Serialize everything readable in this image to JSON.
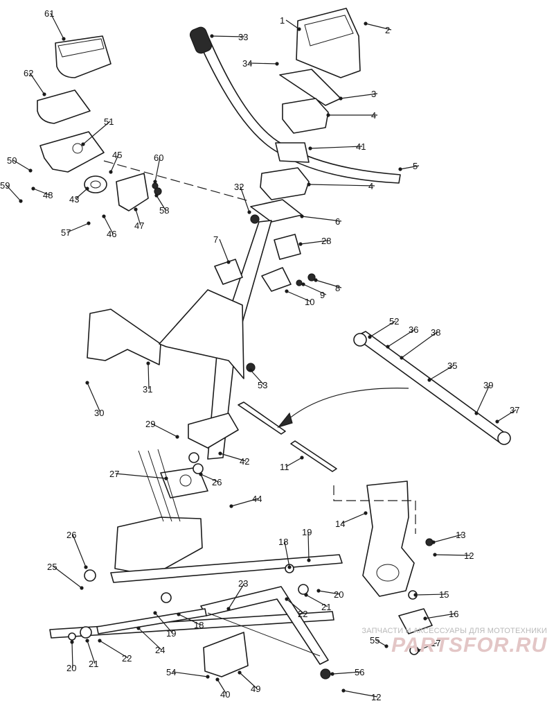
{
  "callouts": [
    {
      "id": "1",
      "text": "1"
    },
    {
      "id": "2",
      "text": "2"
    },
    {
      "id": "3",
      "text": "3"
    },
    {
      "id": "4a",
      "text": "4"
    },
    {
      "id": "4b",
      "text": "4"
    },
    {
      "id": "5",
      "text": "5"
    },
    {
      "id": "6",
      "text": "6"
    },
    {
      "id": "7",
      "text": "7"
    },
    {
      "id": "8",
      "text": "8"
    },
    {
      "id": "9",
      "text": "9"
    },
    {
      "id": "10",
      "text": "10"
    },
    {
      "id": "11",
      "text": "11"
    },
    {
      "id": "12a",
      "text": "12"
    },
    {
      "id": "12b",
      "text": "12"
    },
    {
      "id": "13",
      "text": "13"
    },
    {
      "id": "14",
      "text": "14"
    },
    {
      "id": "15",
      "text": "15"
    },
    {
      "id": "16",
      "text": "16"
    },
    {
      "id": "17",
      "text": "17"
    },
    {
      "id": "18a",
      "text": "18"
    },
    {
      "id": "18b",
      "text": "18"
    },
    {
      "id": "19a",
      "text": "19"
    },
    {
      "id": "19b",
      "text": "19"
    },
    {
      "id": "20a",
      "text": "20"
    },
    {
      "id": "20b",
      "text": "20"
    },
    {
      "id": "21a",
      "text": "21"
    },
    {
      "id": "21b",
      "text": "21"
    },
    {
      "id": "22a",
      "text": "22"
    },
    {
      "id": "22b",
      "text": "22"
    },
    {
      "id": "23",
      "text": "23"
    },
    {
      "id": "24",
      "text": "24"
    },
    {
      "id": "25",
      "text": "25"
    },
    {
      "id": "26a",
      "text": "26"
    },
    {
      "id": "26b",
      "text": "26"
    },
    {
      "id": "27",
      "text": "27"
    },
    {
      "id": "28",
      "text": "28"
    },
    {
      "id": "29",
      "text": "29"
    },
    {
      "id": "30",
      "text": "30"
    },
    {
      "id": "31",
      "text": "31"
    },
    {
      "id": "32",
      "text": "32"
    },
    {
      "id": "33",
      "text": "33"
    },
    {
      "id": "34",
      "text": "34"
    },
    {
      "id": "35",
      "text": "35"
    },
    {
      "id": "36",
      "text": "36"
    },
    {
      "id": "37",
      "text": "37"
    },
    {
      "id": "38",
      "text": "38"
    },
    {
      "id": "39",
      "text": "39"
    },
    {
      "id": "40",
      "text": "40"
    },
    {
      "id": "41",
      "text": "41"
    },
    {
      "id": "42",
      "text": "42"
    },
    {
      "id": "43",
      "text": "43"
    },
    {
      "id": "44",
      "text": "44"
    },
    {
      "id": "45",
      "text": "45"
    },
    {
      "id": "46",
      "text": "46"
    },
    {
      "id": "47",
      "text": "47"
    },
    {
      "id": "48",
      "text": "48"
    },
    {
      "id": "49",
      "text": "49"
    },
    {
      "id": "50",
      "text": "50"
    },
    {
      "id": "51",
      "text": "51"
    },
    {
      "id": "52",
      "text": "52"
    },
    {
      "id": "53",
      "text": "53"
    },
    {
      "id": "54",
      "text": "54"
    },
    {
      "id": "55",
      "text": "55"
    },
    {
      "id": "56",
      "text": "56"
    },
    {
      "id": "57",
      "text": "57"
    },
    {
      "id": "58",
      "text": "58"
    },
    {
      "id": "59",
      "text": "59"
    },
    {
      "id": "60",
      "text": "60"
    },
    {
      "id": "61",
      "text": "61"
    },
    {
      "id": "62",
      "text": "62"
    }
  ],
  "watermark": {
    "tagline": "ЗАПЧАСТИ И АКСЕССУАРЫ ДЛЯ МОТОТЕХНИКИ",
    "logo": "PARTSFOR.RU"
  }
}
